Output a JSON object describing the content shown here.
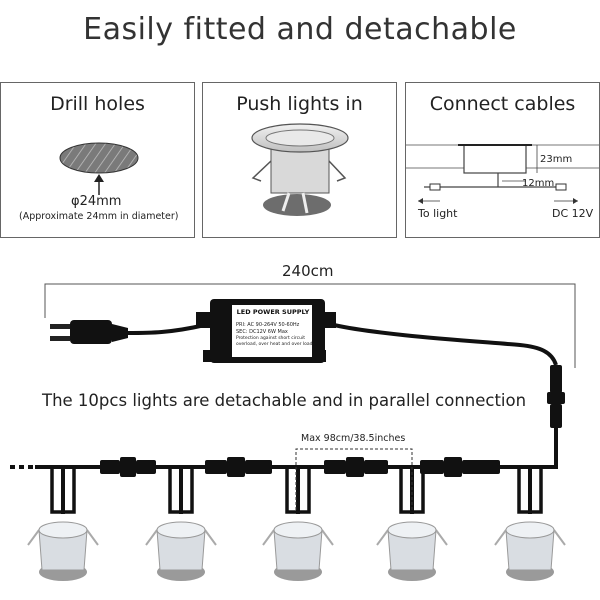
{
  "title": "Easily fitted and detachable",
  "panels": [
    {
      "title": "Drill holes",
      "diameter": "φ24mm",
      "note": "(Approximate 24mm in diameter)"
    },
    {
      "title": "Push lights in"
    },
    {
      "title": "Connect cables",
      "height": "23mm",
      "depth": "12mm",
      "to_light": "To light",
      "dc": "DC 12V"
    }
  ],
  "wiring": {
    "cable_length": "240cm",
    "power_supply": {
      "label": "LED POWER SUPPLY",
      "spec_line1": "PRI: AC 90-264V 50-60Hz",
      "spec_line2": "SEC: DC12V    6W Max",
      "spec_line3": "Protection against short circuit",
      "spec_line4": "overload, over heat and over load"
    },
    "caption": "The 10pcs lights are detachable and in parallel connection",
    "max_spacing": "Max 98cm/38.5inches"
  },
  "colors": {
    "cable": "#111111",
    "light_silver": "#d9dde2",
    "shadow": "#8a8a8a",
    "panel_border": "#666666"
  }
}
